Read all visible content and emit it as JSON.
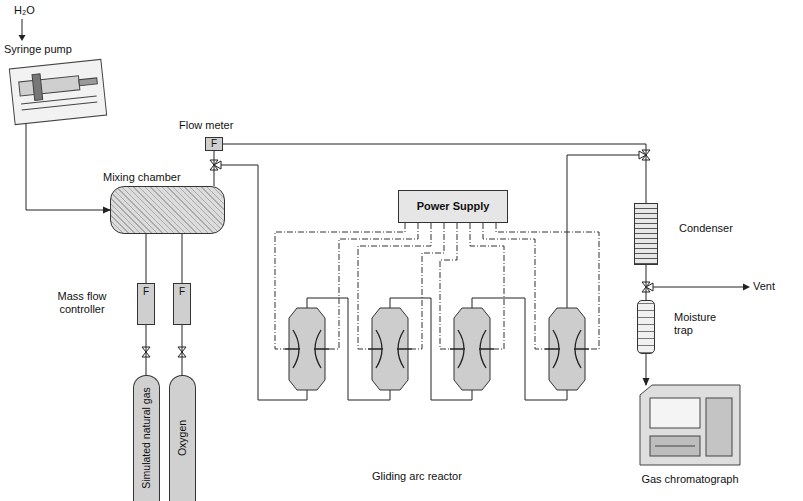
{
  "diagram": {
    "nodes": [
      {
        "text": [
          "Syringe pump"
        ]
      },
      {
        "text": [
          "Flow meter",
          "F"
        ]
      },
      {
        "text": [
          "Mixing chamber"
        ]
      },
      {
        "text": [
          "Mass flow controller",
          "F"
        ]
      },
      {
        "text": [
          "F"
        ]
      },
      {
        "text": [
          "Simulated natural gas"
        ]
      },
      {
        "text": [
          "Oxygen"
        ]
      },
      {
        "text": [
          "Power Supply"
        ]
      },
      {
        "text": [
          "Condenser"
        ]
      },
      {
        "text": [
          "Moisture trap"
        ]
      },
      {
        "text": [
          "Gas chromatograph"
        ]
      }
    ],
    "edges": [
      {
        "from": 0,
        "to": 2,
        "arrow": "to"
      },
      {
        "from": 5,
        "to": 3,
        "arrow": "none"
      },
      {
        "from": 6,
        "to": 4,
        "arrow": "none"
      },
      {
        "from": 3,
        "to": 2,
        "arrow": "none"
      },
      {
        "from": 4,
        "to": 2,
        "arrow": "none"
      },
      {
        "from": 2,
        "to": 1,
        "arrow": "none"
      },
      {
        "from": 1,
        "to": 8,
        "arrow": "none"
      },
      {
        "from": 8,
        "to": 9,
        "arrow": "none"
      },
      {
        "from": 9,
        "to": 10,
        "arrow": "to"
      }
    ],
    "labels": [
      "H₂O",
      "Gliding arc reactor",
      "Vent"
    ]
  }
}
